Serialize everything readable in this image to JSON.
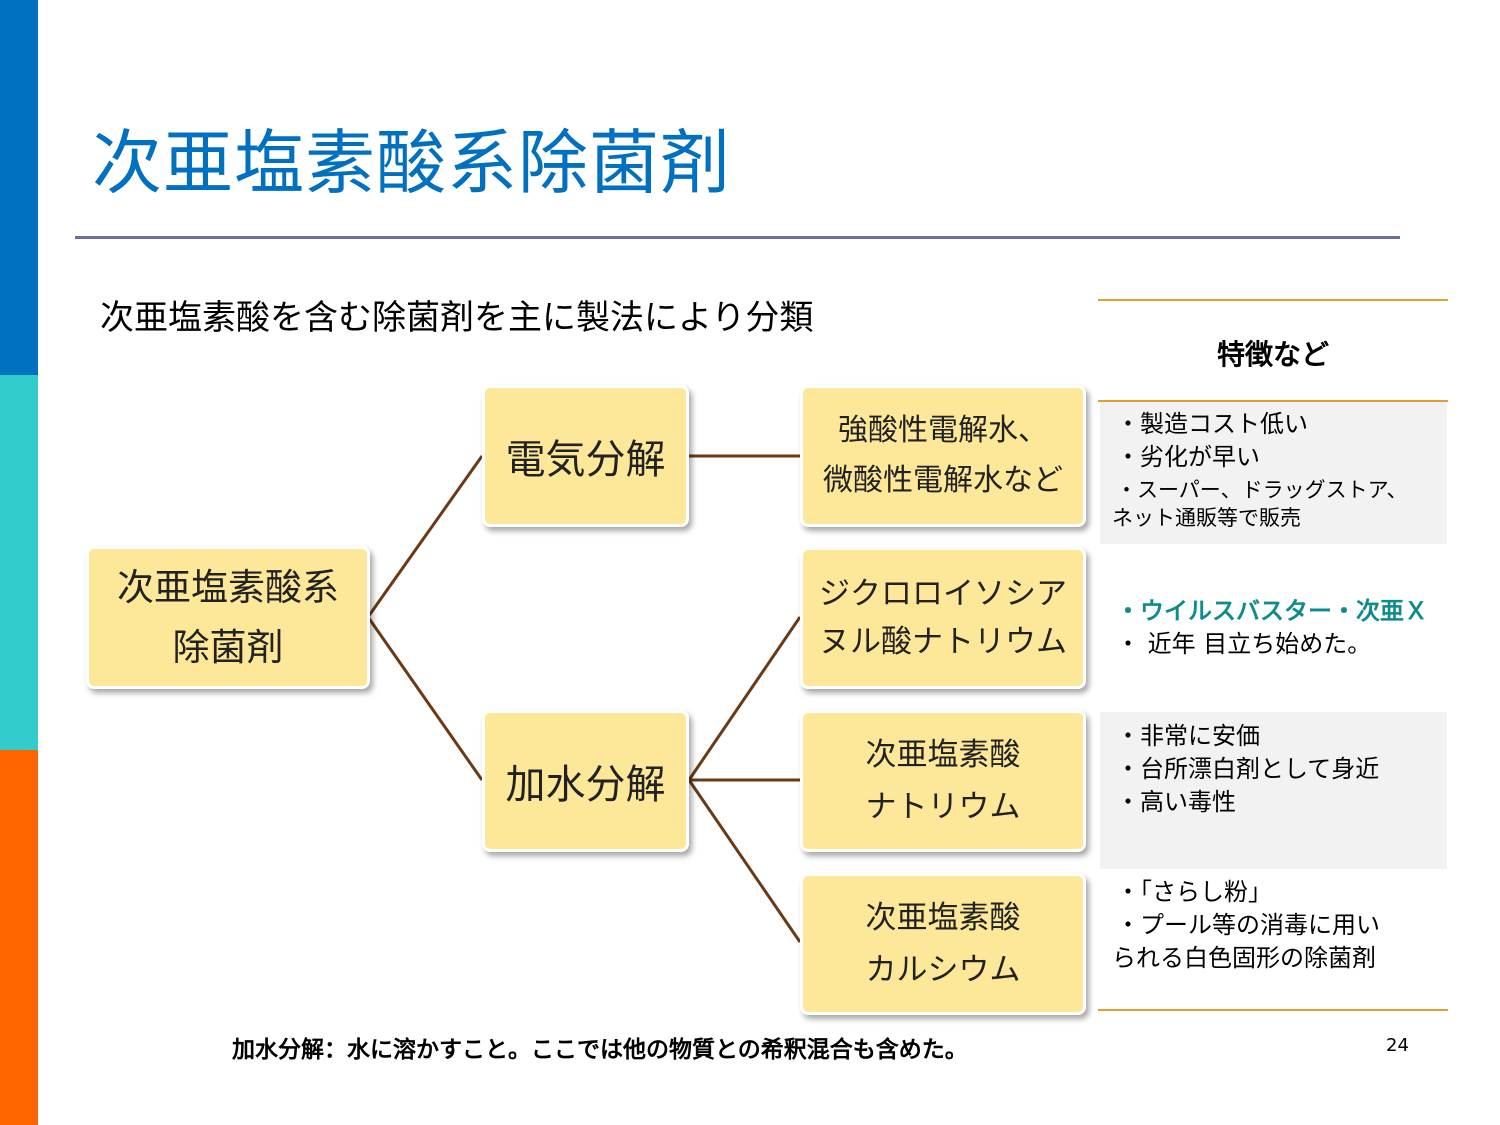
{
  "title": "次亜塩素酸系除菌剤",
  "subtitle": "次亜塩素酸を含む除菌剤を主に製法により分類",
  "features_header": "特徴など",
  "colors": {
    "title": "#0070c0",
    "bar_blue": "#0070c0",
    "bar_teal": "#33cccc",
    "bar_orange": "#ff6600",
    "node_fill": "#fde89a",
    "connector": "#6b3a14",
    "accent_text": "#0e8c8c",
    "gold_rule": "#e0a030"
  },
  "tree": {
    "root": {
      "lines": [
        "次亜塩素酸系",
        "除菌剤"
      ]
    },
    "methods": [
      {
        "label": "電気分解"
      },
      {
        "label": "加水分解"
      }
    ],
    "products": [
      {
        "lines": [
          "強酸性電解水、",
          "微酸性電解水など"
        ]
      },
      {
        "lines": [
          "ジクロロイソシア",
          "ヌル酸ナトリウム"
        ]
      },
      {
        "lines": [
          "次亜塩素酸",
          "ナトリウム"
        ]
      },
      {
        "lines": [
          "次亜塩素酸",
          "カルシウム"
        ]
      }
    ]
  },
  "features": [
    {
      "lines": [
        "・製造コスト低い",
        "・劣化が早い",
        "・スーパー、ドラッグストア、",
        "ネット通販等で販売"
      ]
    },
    {
      "lines": [
        "・ウイルスバスター・次亜Ｘ",
        "・ 近年 目立ち始めた。"
      ]
    },
    {
      "lines": [
        "・非常に安価",
        "・台所漂白剤として身近",
        "・高い毒性"
      ]
    },
    {
      "lines": [
        "・「さらし粉」",
        "・プール等の消毒に用い",
        "られる白色固形の除菌剤"
      ]
    }
  ],
  "footnote": "加水分解：水に溶かすこと。ここでは他の物質との希釈混合も含めた。",
  "page_number": "24"
}
